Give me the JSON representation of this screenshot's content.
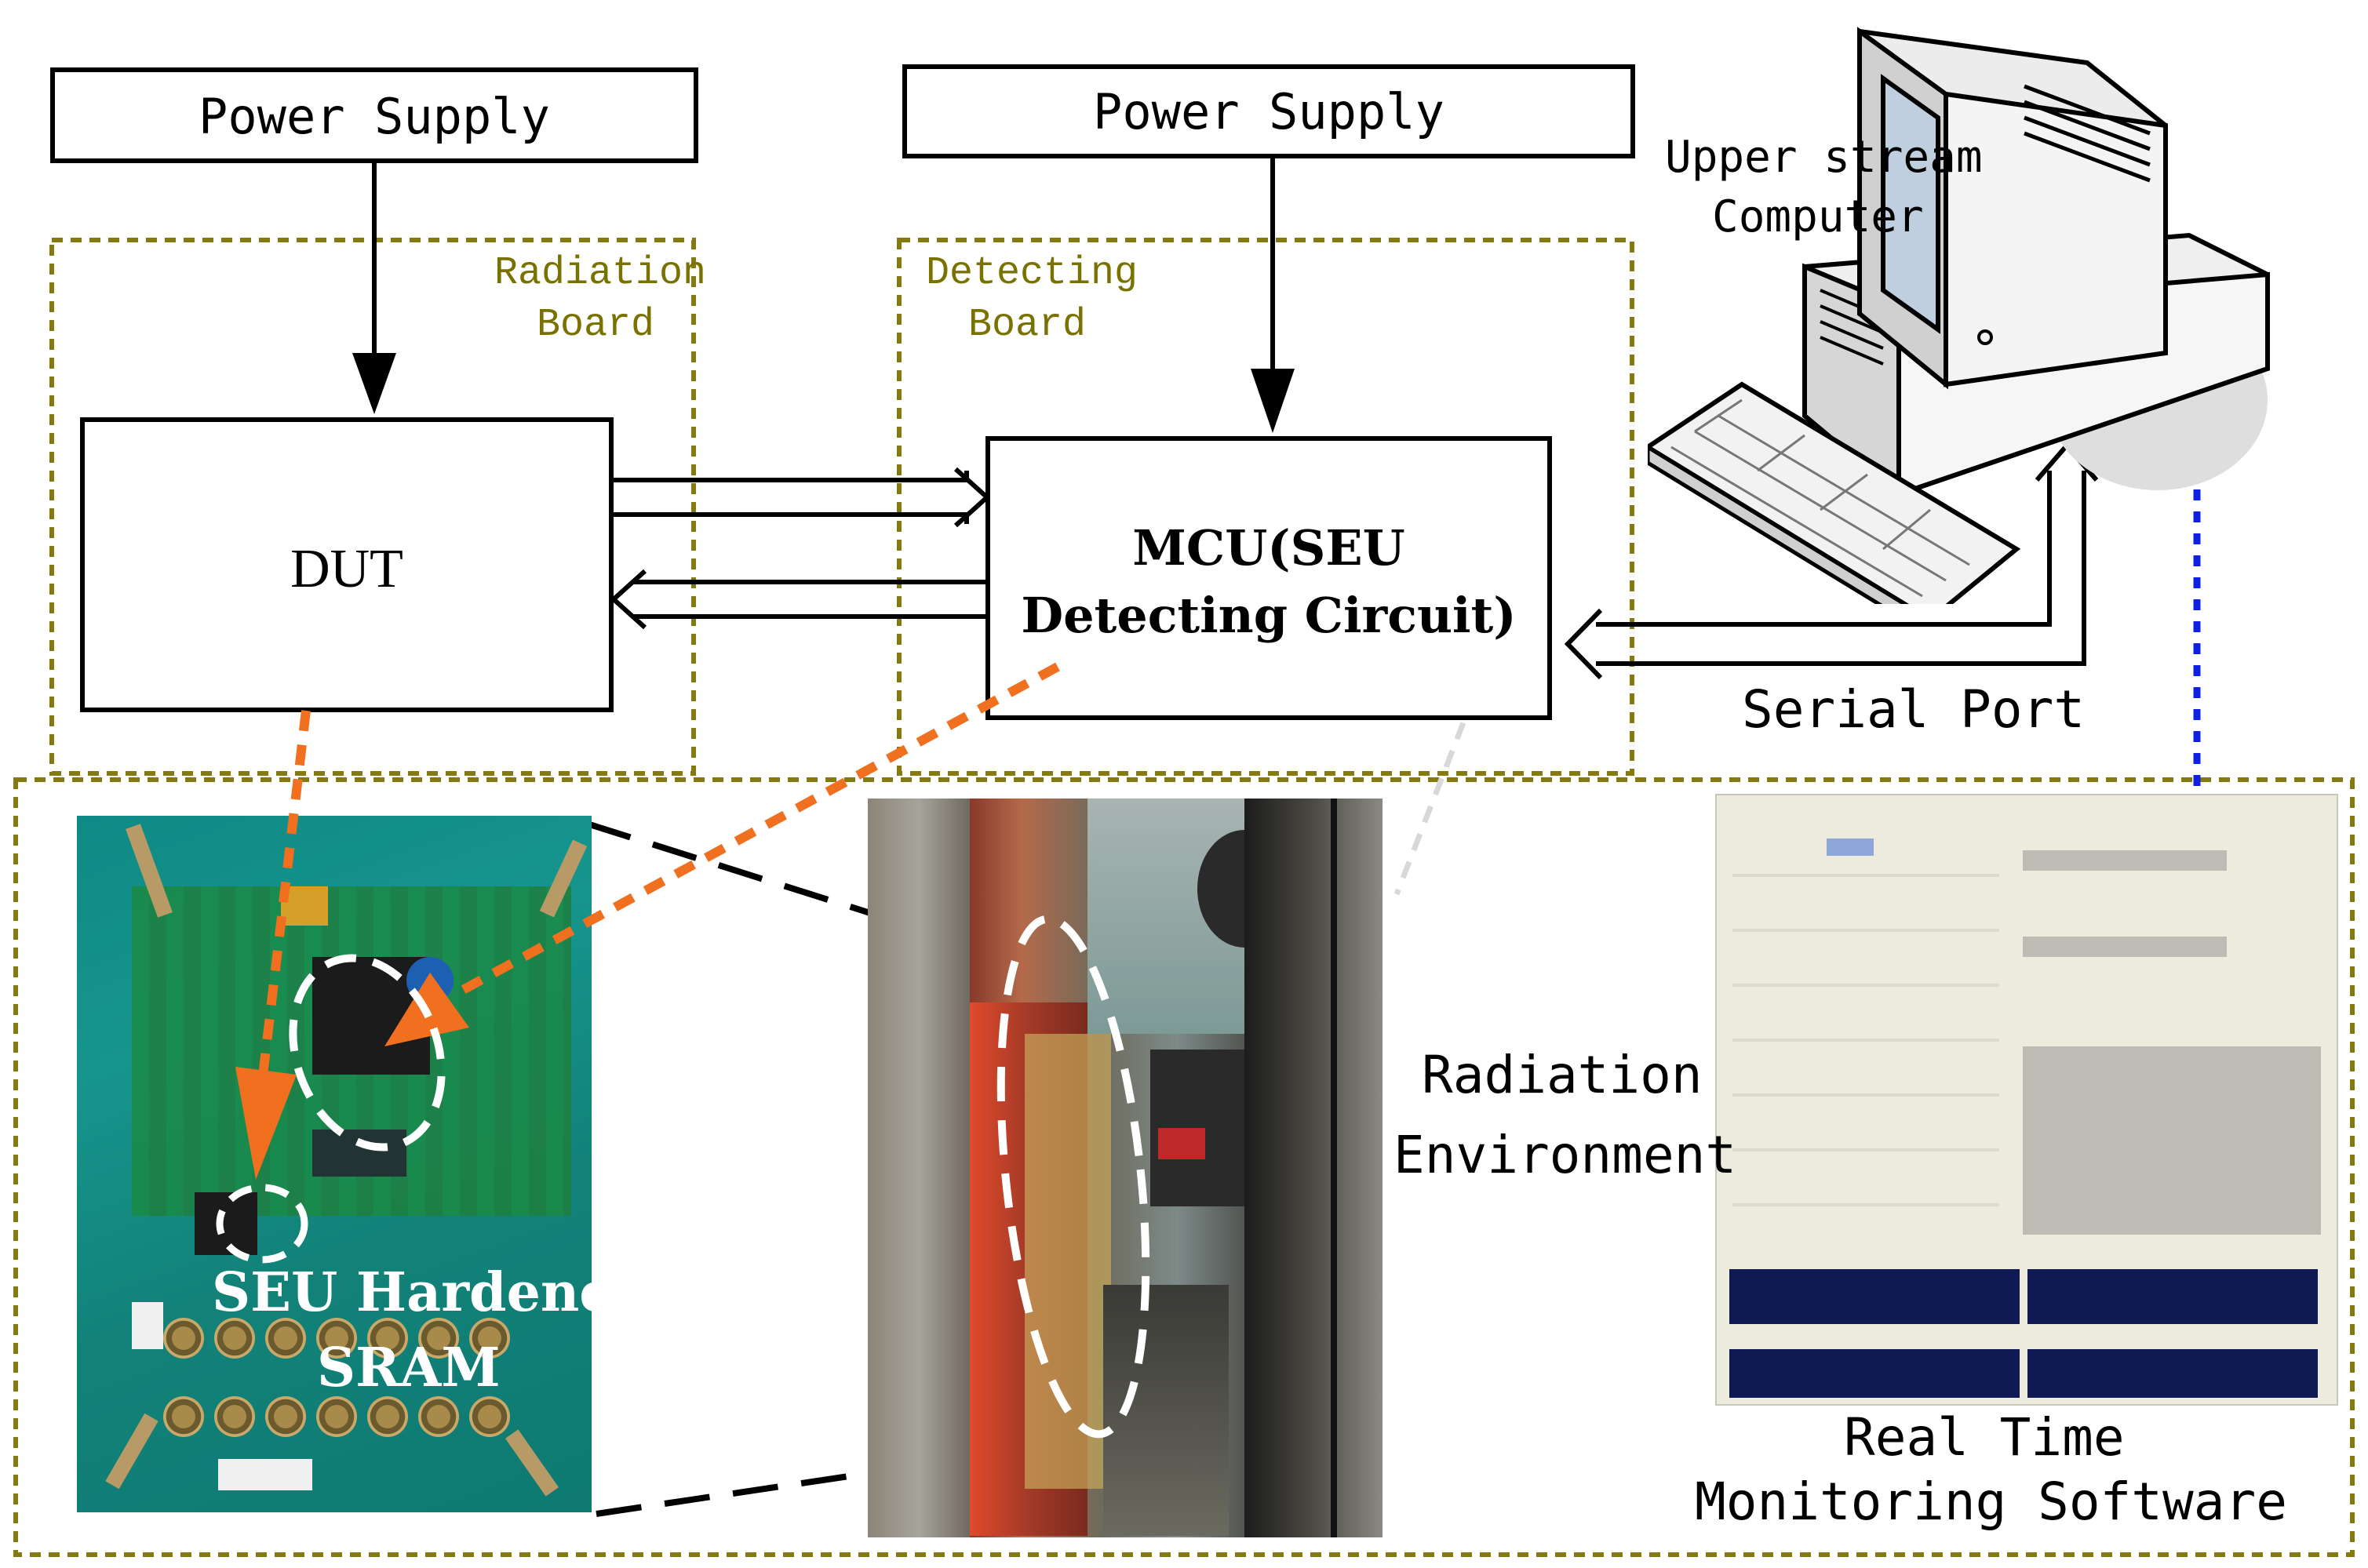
{
  "power_supply_left": "Power Supply",
  "power_supply_right": "Power Supply",
  "radiation_board": [
    "Radiation",
    "Board"
  ],
  "detecting_board": [
    "Detecting",
    "Board"
  ],
  "dut": "DUT",
  "mcu": [
    "MCU(SEU",
    "Detecting Circuit)"
  ],
  "computer": [
    "Upper stream",
    "Computer"
  ],
  "serial_port": "Serial Port",
  "radiation_environment": [
    "Radiation",
    "Environment"
  ],
  "sram": [
    "SEU Hardened",
    "SRAM"
  ],
  "software": [
    "Real Time",
    "Monitoring Software"
  ],
  "colors": {
    "olive_dash": "#8a7f1a",
    "orange_arrow": "#f07020",
    "blue_dot": "#1020e0",
    "black": "#000000"
  },
  "icons": [
    "computer-icon",
    "keyboard-icon",
    "pcb-photo",
    "radiation-setup-photo",
    "monitoring-software-screenshot"
  ]
}
